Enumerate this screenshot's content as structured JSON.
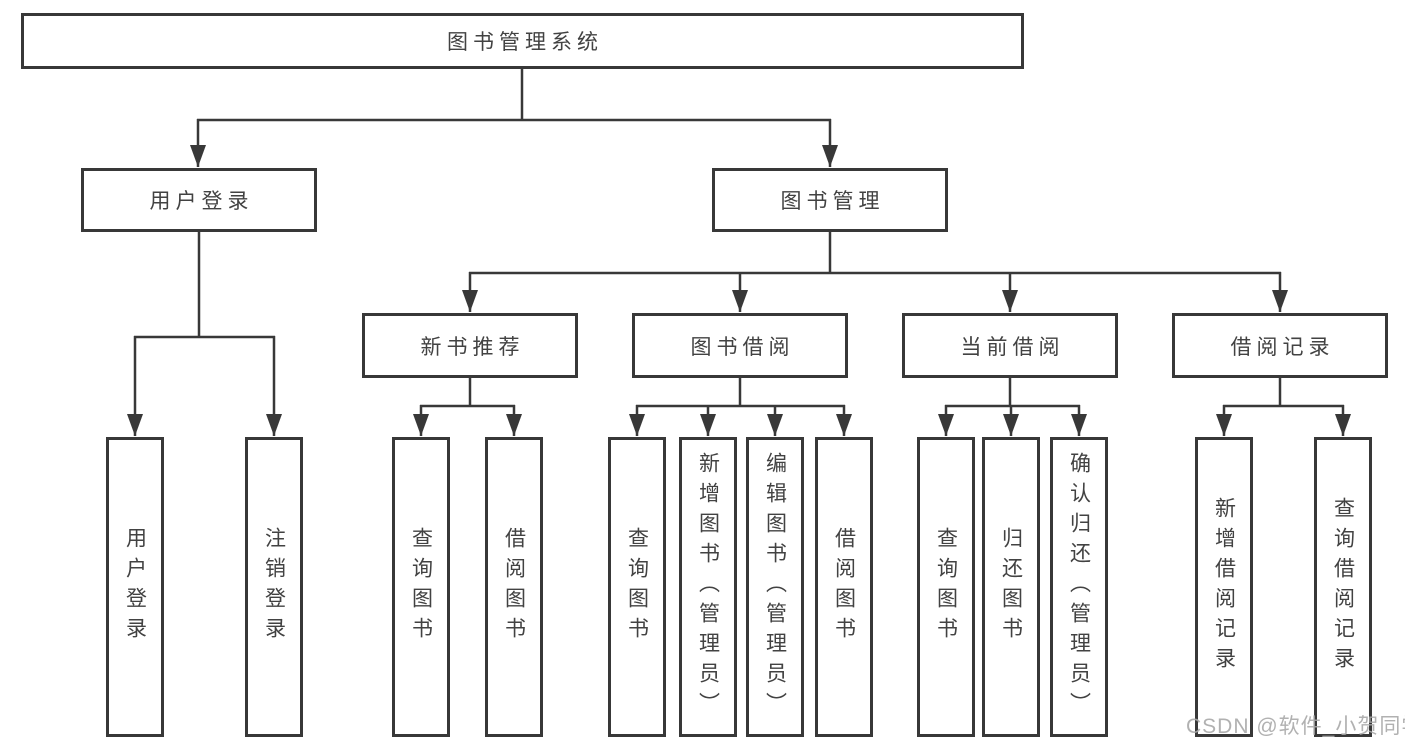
{
  "diagram": {
    "root": {
      "label": "图书管理系统"
    },
    "branches": [
      {
        "label": "用户登录",
        "children": [
          {
            "label": "用户登录"
          },
          {
            "label": "注销登录"
          }
        ]
      },
      {
        "label": "图书管理",
        "groups": [
          {
            "label": "新书推荐",
            "children": [
              {
                "label": "查询图书"
              },
              {
                "label": "借阅图书"
              }
            ]
          },
          {
            "label": "图书借阅",
            "children": [
              {
                "label": "查询图书"
              },
              {
                "label": "新增图书（管理员）"
              },
              {
                "label": "编辑图书（管理员）"
              },
              {
                "label": "借阅图书"
              }
            ]
          },
          {
            "label": "当前借阅",
            "children": [
              {
                "label": "查询图书"
              },
              {
                "label": "归还图书"
              },
              {
                "label": "确认归还（管理员）"
              }
            ]
          },
          {
            "label": "借阅记录",
            "children": [
              {
                "label": "新增借阅记录"
              },
              {
                "label": "查询借阅记录"
              }
            ]
          }
        ]
      }
    ]
  },
  "watermark": "CSDN @软件_小贺同学",
  "colors": {
    "line": "#383838",
    "text": "#424242",
    "watermark": "#a8a8a8"
  }
}
